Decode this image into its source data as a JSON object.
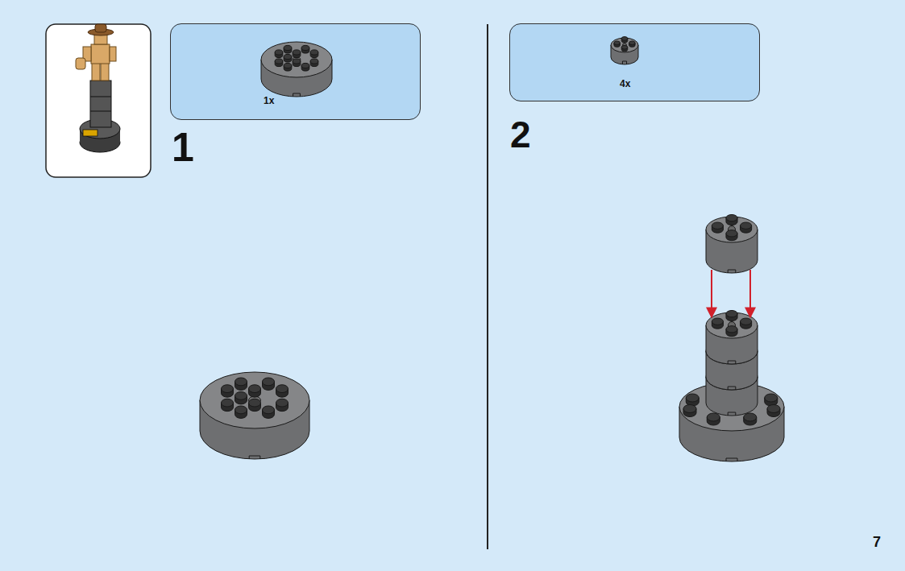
{
  "diagram": {
    "nodes": [
      {
        "text": [
          "1x"
        ]
      },
      {
        "text": [
          "4x"
        ]
      }
    ],
    "labels": [
      "1",
      "2",
      "7"
    ]
  }
}
